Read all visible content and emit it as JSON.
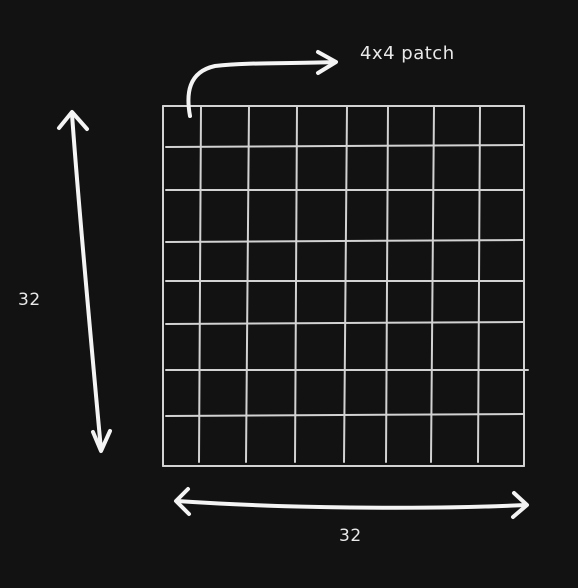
{
  "labels": {
    "patch": "4x4 patch",
    "height": "32",
    "width": "32"
  },
  "grid": {
    "rows": 8,
    "cols": 8
  },
  "colors": {
    "background": "#121212",
    "grid_line": "#d2d2d2",
    "arrow": "#f4f4f4",
    "text": "#e9e9e9"
  }
}
